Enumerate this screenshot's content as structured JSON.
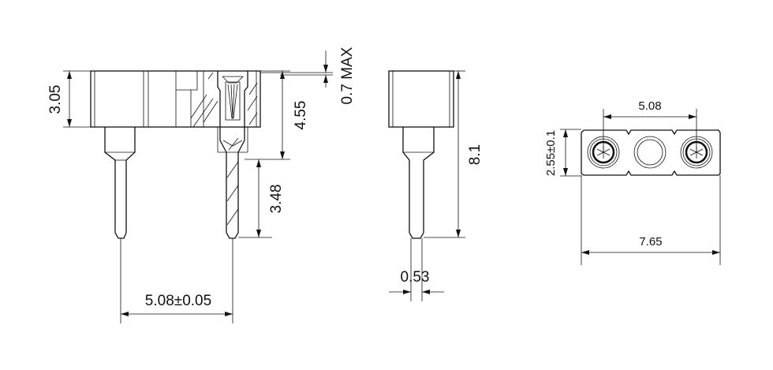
{
  "views": {
    "side": {
      "dim_body_height": "3.05",
      "dim_total_height": "4.55",
      "dim_pin_length": "3.48",
      "dim_max": "0.7 MAX",
      "dim_pitch": "5.08±0.05"
    },
    "end": {
      "dim_height": "8.1",
      "dim_pin_diameter": "0.53"
    },
    "top": {
      "dim_pitch": "5.08",
      "dim_width": "2.55±0.1",
      "dim_length": "7.65"
    }
  }
}
